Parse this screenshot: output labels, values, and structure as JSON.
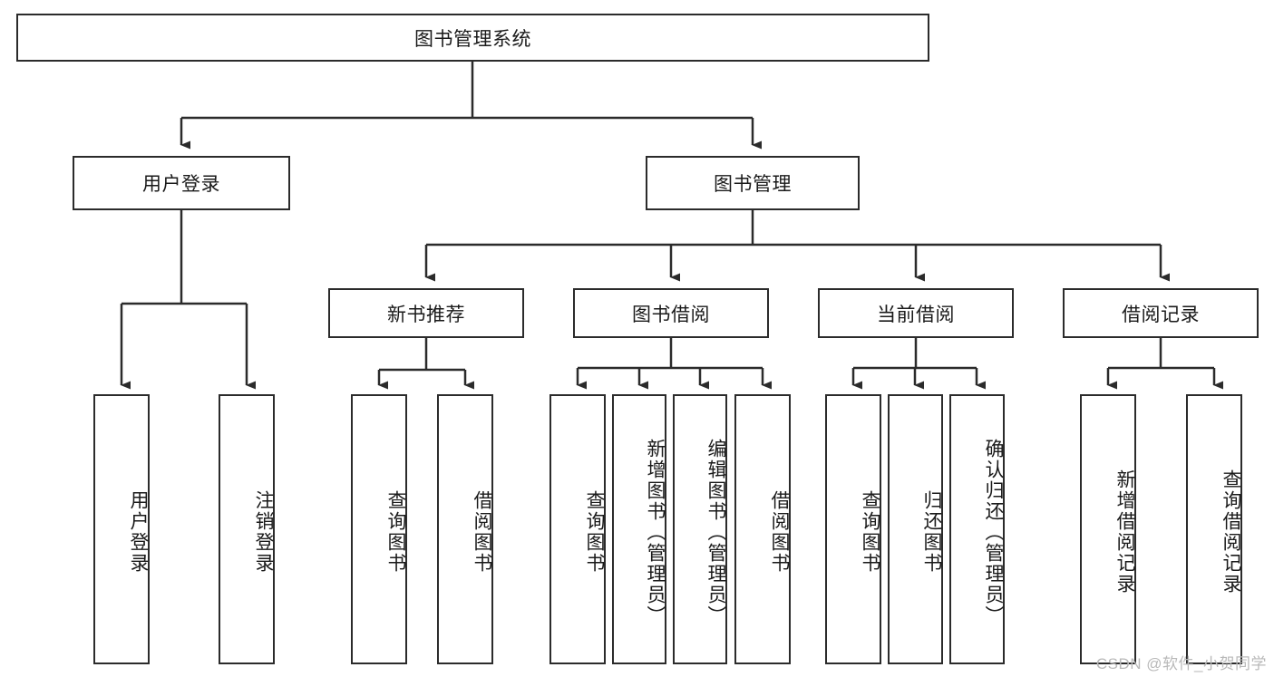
{
  "diagram": {
    "title": "图书管理系统",
    "type": "tree-hierarchy-diagram",
    "colors": {
      "border": "#2b2b2b",
      "background": "#ffffff",
      "text": "#1a1a1a",
      "connector": "#2b2b2b",
      "watermark": "#b9b9b9"
    },
    "root": {
      "label": "图书管理系统"
    },
    "level2": [
      {
        "label": "用户登录"
      },
      {
        "label": "图书管理"
      }
    ],
    "level3": [
      {
        "label": "新书推荐"
      },
      {
        "label": "图书借阅"
      },
      {
        "label": "当前借阅"
      },
      {
        "label": "借阅记录"
      }
    ],
    "leaves": {
      "user_login": [
        {
          "label": "用户登录"
        },
        {
          "label": "注销登录"
        }
      ],
      "new_book_recommend": [
        {
          "label": "查询图书"
        },
        {
          "label": "借阅图书"
        }
      ],
      "book_borrow": [
        {
          "label": "查询图书"
        },
        {
          "label": "新增图书（管理员）"
        },
        {
          "label": "编辑图书（管理员）"
        },
        {
          "label": "借阅图书"
        }
      ],
      "current_borrow": [
        {
          "label": "查询图书"
        },
        {
          "label": "归还图书"
        },
        {
          "label": "确认归还（管理员）"
        }
      ],
      "borrow_record": [
        {
          "label": "新增借阅记录"
        },
        {
          "label": "查询借阅记录"
        }
      ]
    },
    "watermark": "CSDN @软件_小贺同学"
  }
}
